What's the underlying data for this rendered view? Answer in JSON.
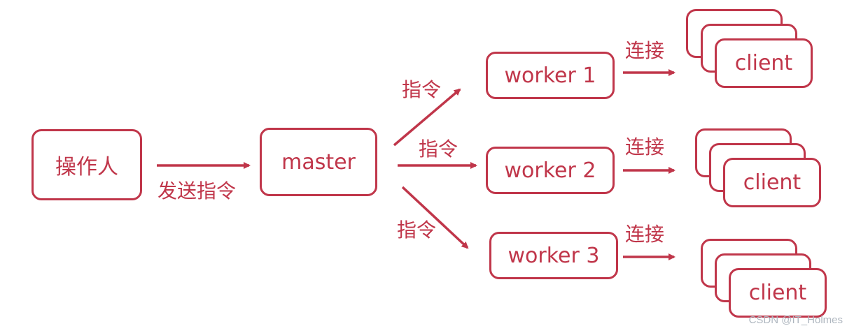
{
  "nodes": {
    "operator": "操作人",
    "master": "master",
    "workers": [
      "worker 1",
      "worker 2",
      "worker 3"
    ],
    "client": "client"
  },
  "edges": {
    "send_command": "发送指令",
    "command": "指令",
    "connect": "连接"
  },
  "colors": {
    "accent": "#c0364a",
    "watermark": "#aeb6bf"
  },
  "watermark": "CSDN @IT_Holmes"
}
